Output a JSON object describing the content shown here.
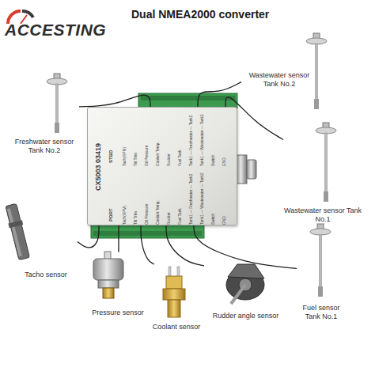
{
  "diagram": {
    "title": "Dual NMEA2000 converter",
    "nodes": [
      {
        "text": [
          "CX5003 03419",
          "STBD",
          "Tach(RPM)",
          "Tilt Trim",
          "Oil Pressure",
          "Coolant Temp.",
          "Rudder",
          "Fuel Tank",
          "Tank1 — Freshwater — Tank2",
          "Tank1 — Wastewater — Tank2",
          "Switch",
          "GND",
          "PORT",
          "Tach(RPM)",
          "Tilt Trim",
          "Oil Pressure",
          "Coolant Temp.",
          "Rudder",
          "Fuel Tank",
          "Tank1 — Freshwater — Tank2",
          "Tank1 — Wastewater — Tank2",
          "Switch",
          "GND"
        ]
      },
      {
        "text": [
          "Freshwater sensor Tank No.2"
        ]
      },
      {
        "text": [
          "Wastewater sensor Tank No.2"
        ]
      },
      {
        "text": [
          "Wastewater sensor Tank No.1"
        ]
      },
      {
        "text": [
          "Tacho sensor"
        ]
      },
      {
        "text": [
          "Pressure sensor"
        ]
      },
      {
        "text": [
          "Coolant sensor"
        ]
      },
      {
        "text": [
          "Rudder angle sensor"
        ]
      },
      {
        "text": [
          "Fuel sensor Tank No.1"
        ]
      }
    ],
    "edges": [
      {
        "from": 1,
        "to": 0,
        "arrow": "none"
      },
      {
        "from": 2,
        "to": 0,
        "arrow": "none"
      },
      {
        "from": 3,
        "to": 0,
        "arrow": "none"
      },
      {
        "from": 4,
        "to": 0,
        "arrow": "none"
      },
      {
        "from": 5,
        "to": 0,
        "arrow": "none"
      },
      {
        "from": 6,
        "to": 0,
        "arrow": "none"
      },
      {
        "from": 7,
        "to": 0,
        "arrow": "none"
      },
      {
        "from": 8,
        "to": 0,
        "arrow": "none"
      }
    ],
    "labels": [
      "ACCESTING"
    ]
  }
}
